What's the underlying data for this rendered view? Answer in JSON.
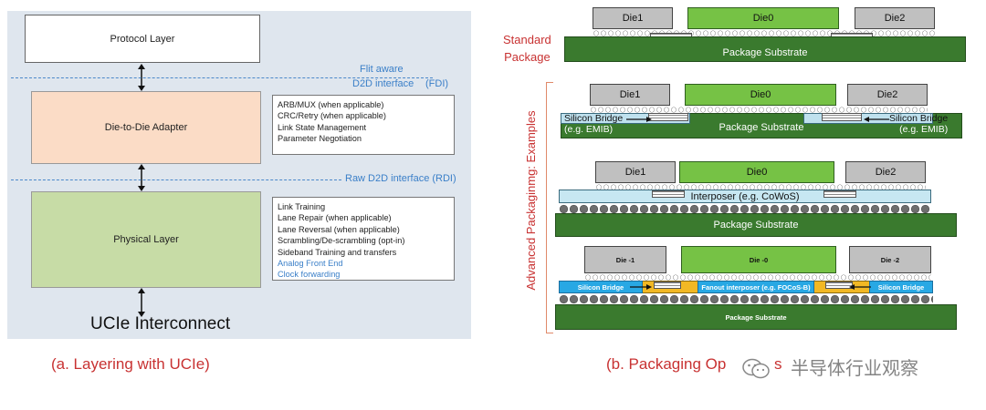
{
  "left_panel": {
    "protocol_layer": "Protocol Layer",
    "fdi_label_line1": "Flit aware",
    "fdi_label_line2": "D2D interface",
    "fdi_tag": "(FDI)",
    "d2d_adapter": "Die-to-Die Adapter",
    "d2d_functions": [
      "ARB/MUX (when applicable)",
      "CRC/Retry (when applicable)",
      "Link State Management",
      "Parameter Negotiation"
    ],
    "rdi_label": "Raw D2D interface (RDI)",
    "physical_layer": "Physical Layer",
    "phy_functions": [
      "Link Training",
      "Lane Repair (when applicable)",
      "Lane Reversal (when applicable)",
      "Scrambling/De-scrambling (opt-in)",
      "Sideband Training and transfers"
    ],
    "phy_functions_blue": [
      "Analog Front End",
      "Clock forwarding"
    ],
    "interconnect": "UCIe Interconnect",
    "caption": "(a. Layering with UCIe)"
  },
  "right_panel": {
    "standard_line1": "Standard",
    "standard_line2": "Package",
    "advanced_label": "Advanced Packaginmg: Examples",
    "row1": {
      "die1": "Die1",
      "die0": "Die0",
      "die2": "Die2",
      "substrate": "Package Substrate"
    },
    "row2": {
      "die1": "Die1",
      "die0": "Die0",
      "die2": "Die2",
      "bridge_left_line1": "Silicon Bridge",
      "bridge_left_line2": "(e.g. EMIB)",
      "bridge_right_line1": "Silicon Bridge",
      "bridge_right_line2": "(e.g. EMIB)",
      "substrate": "Package Substrate"
    },
    "row3": {
      "die1": "Die1",
      "die0": "Die0",
      "die2": "Die2",
      "interposer": "Interposer (e.g. CoWoS)",
      "substrate": "Package Substrate"
    },
    "row4": {
      "die1": "Die -1",
      "die0": "Die -0",
      "die2": "Die -2",
      "bridge_left": "Silicon Bridge",
      "fanout": "Fanout interposer (e.g. FOCoS-B)",
      "bridge_right": "Silicon Bridge",
      "substrate": "Package Substrate"
    },
    "caption_start": "(b. Packaging Op",
    "caption_end": "s",
    "watermark": "半导体行业观察"
  },
  "colors": {
    "caption_red": "#c83232",
    "interface_blue": "#3a7fc8",
    "adapter_fill": "#fbdcc6",
    "physical_fill": "#c7dca6",
    "die_green": "#76c245",
    "substrate_green": "#3a7a2e",
    "bridge_cyan": "#28a8e4",
    "fanout_yellow": "#f2b824"
  }
}
